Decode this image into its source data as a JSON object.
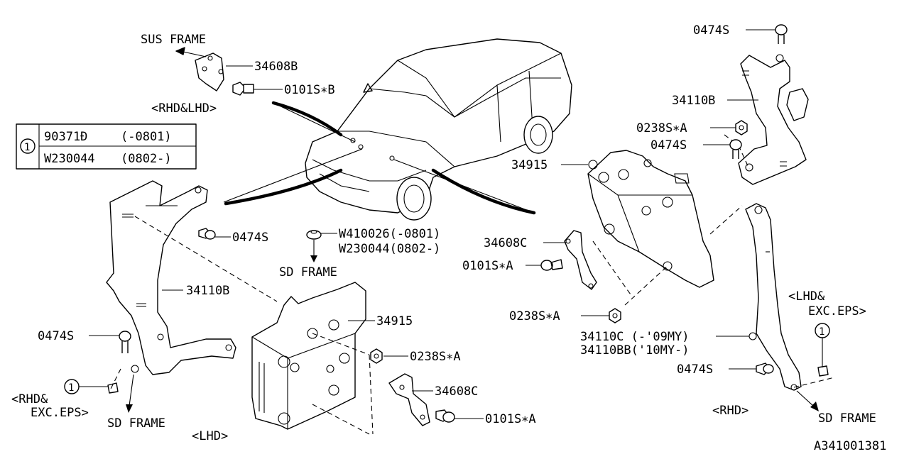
{
  "labels": {
    "sus_frame": "SUS FRAME",
    "p34608B": "34608B",
    "p0101S_B": "0101S∗B",
    "rhd_lhd": "<RHD&LHD>",
    "table_ref": "1",
    "table_row1_part": "90371Đ",
    "table_row1_range": "(-0801)",
    "table_row2_part": "W230044",
    "table_row2_range": "(0802-)",
    "w410026": "W410026(-0801)",
    "w230044": "W230044(0802-)",
    "sd_frame_center": "SD FRAME",
    "left_0474S": "0474S",
    "left_34110B": "34110B",
    "left_0474S_lower": "0474S",
    "left_34915": "34915",
    "left_0238S_A": "0238S∗A",
    "left_34608C": "34608C",
    "left_0101S_A": "0101S∗A",
    "left_ref": "1",
    "left_rhd_exc_1": "<RHD&",
    "left_rhd_exc_2": "EXC.EPS>",
    "left_sd_frame": "SD FRAME",
    "lhd": "<LHD>",
    "right_0474S_top": "0474S",
    "right_34110B": "34110B",
    "right_0238S_A": "0238S∗A",
    "right_0474S_mid": "0474S",
    "right_34915": "34915",
    "right_34608C": "34608C",
    "right_0101S_A": "0101S∗A",
    "right_0238S_A_low": "0238S∗A",
    "right_34110C": "34110C  (-'09MY)",
    "right_34110BB": "34110BB('10MY-)",
    "right_0474S_low": "0474S",
    "right_lhd_exc_1": "<LHD&",
    "right_lhd_exc_2": "EXC.EPS>",
    "right_ref": "1",
    "rhd": "<RHD>",
    "right_sd_frame": "SD FRAME",
    "diagram_id": "A341001381"
  }
}
